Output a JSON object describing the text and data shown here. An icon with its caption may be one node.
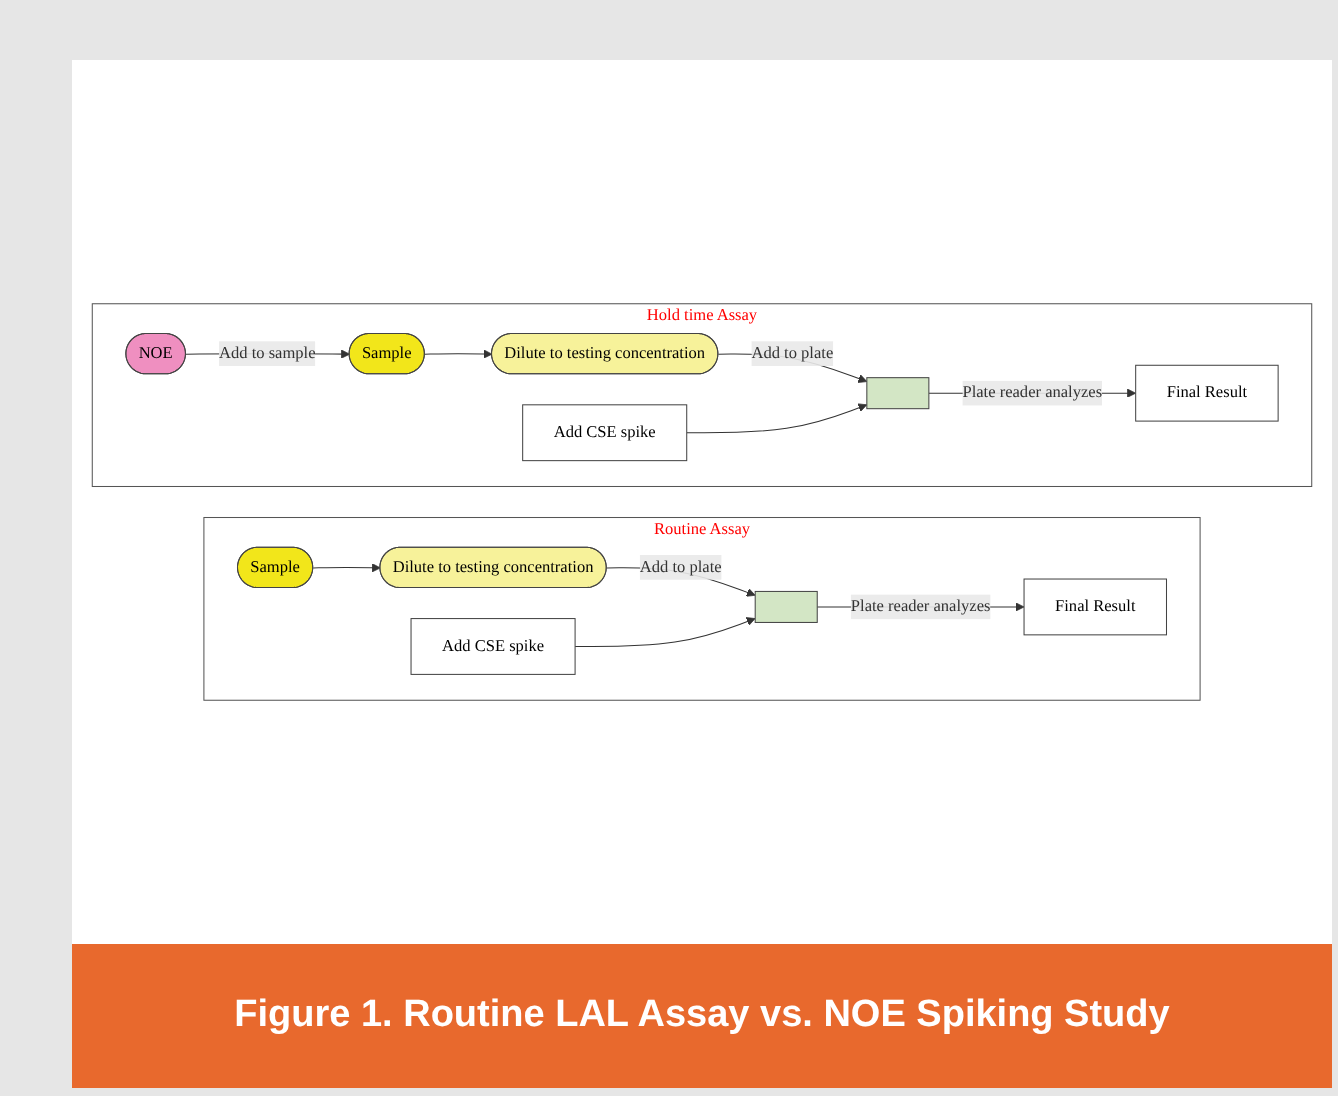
{
  "diagram": {
    "caption": "Figure 1. Routine LAL Assay vs. NOE Spiking Study",
    "nodes": [
      {
        "text": [
          "Routine Assay"
        ]
      },
      {
        "text": [
          "Sample"
        ],
        "in": 0
      },
      {
        "text": [
          "Dilute to testing concentration"
        ],
        "in": 0
      },
      {
        "text": [],
        "shape": "box",
        "in": 0
      },
      {
        "text": [
          "Add CSE spike"
        ],
        "in": 0
      },
      {
        "text": [
          "Final Result"
        ],
        "in": 0
      },
      {
        "text": [
          "Hold time Assay"
        ]
      },
      {
        "text": [
          "NOE"
        ],
        "in": 6
      },
      {
        "text": [
          "Sample"
        ],
        "in": 6
      },
      {
        "text": [
          "Dilute to testing concentration"
        ],
        "in": 6
      },
      {
        "text": [],
        "shape": "box",
        "in": 6
      },
      {
        "text": [
          "Add CSE spike"
        ],
        "in": 6
      },
      {
        "text": [
          "Final Result"
        ],
        "in": 6
      }
    ],
    "edges": [
      {
        "from": 1,
        "to": 2,
        "arrow": "to"
      },
      {
        "from": 2,
        "to": 3,
        "arrow": "to",
        "label": "Add to plate"
      },
      {
        "from": 4,
        "to": 3,
        "arrow": "to"
      },
      {
        "from": 3,
        "to": 5,
        "arrow": "to",
        "label": "Plate reader analyzes"
      },
      {
        "from": 7,
        "to": 8,
        "arrow": "to",
        "label": "Add to sample"
      },
      {
        "from": 8,
        "to": 9,
        "arrow": "to"
      },
      {
        "from": 9,
        "to": 10,
        "arrow": "to",
        "label": "Add to plate"
      },
      {
        "from": 11,
        "to": 10,
        "arrow": "to"
      },
      {
        "from": 10,
        "to": 12,
        "arrow": "to",
        "label": "Plate reader analyzes"
      }
    ]
  }
}
